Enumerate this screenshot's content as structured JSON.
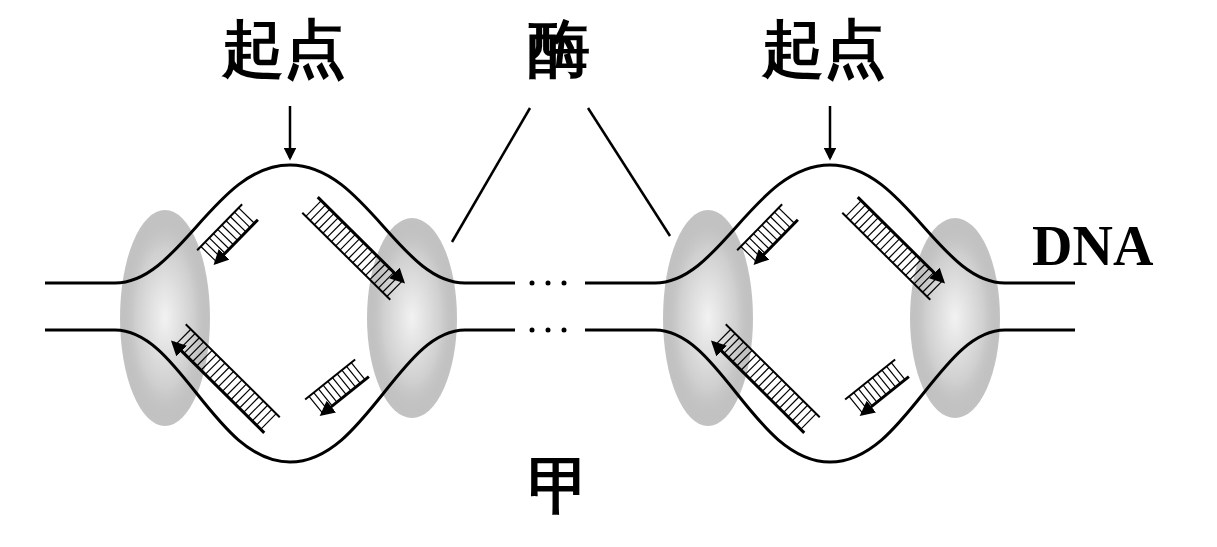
{
  "diagram": {
    "labels": [
      "起点",
      "酶",
      "起点",
      "DNA",
      "甲"
    ]
  }
}
